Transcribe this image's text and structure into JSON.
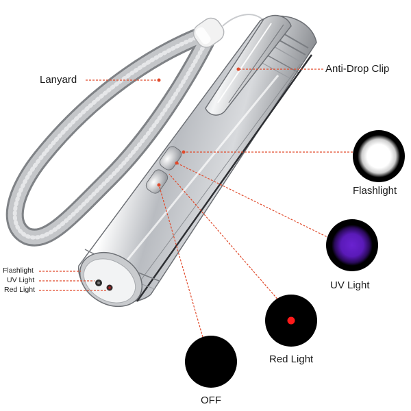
{
  "labels": {
    "lanyard": "Lanyard",
    "clip": "Anti-Drop Clip",
    "flashlight": "Flashlight",
    "uv": "UV Light",
    "red": "Red Light",
    "off": "OFF",
    "tip_flashlight": "Flashlight",
    "tip_uv": "UV Light",
    "tip_red": "Red Light"
  },
  "colors": {
    "leader": "#e0492a",
    "flashlight_glow": "#ffffff",
    "uv_glow": "#5a1ab8",
    "red_dot": "#ff1a1a",
    "off": "#000000"
  }
}
